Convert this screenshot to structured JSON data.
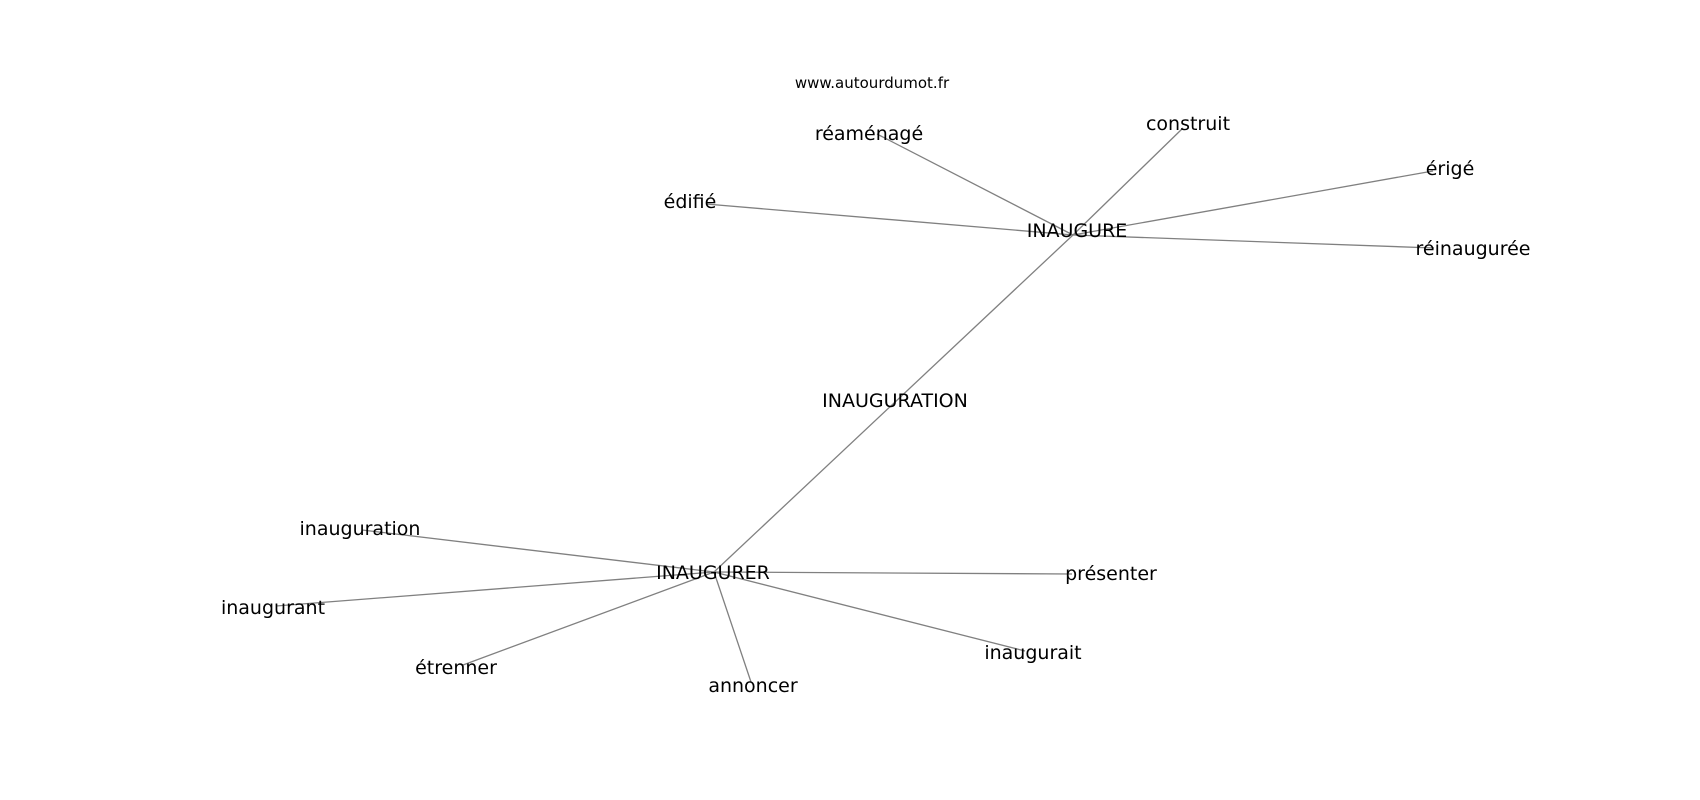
{
  "watermark": "www.autourdumot.fr",
  "graph": {
    "nodes": [
      {
        "id": "inauguration_center",
        "label": "INAUGURATION"
      },
      {
        "id": "inaugure",
        "label": "INAUGURE"
      },
      {
        "id": "inaugurer",
        "label": "INAUGURER"
      },
      {
        "id": "reamenage",
        "label": "réaménagé"
      },
      {
        "id": "construit",
        "label": "construit"
      },
      {
        "id": "erige",
        "label": "érigé"
      },
      {
        "id": "edifie",
        "label": "édifié"
      },
      {
        "id": "reinauguree",
        "label": "réinaugurée"
      },
      {
        "id": "inauguration",
        "label": "inauguration"
      },
      {
        "id": "inaugurant",
        "label": "inaugurant"
      },
      {
        "id": "etrenner",
        "label": "étrenner"
      },
      {
        "id": "annoncer",
        "label": "annoncer"
      },
      {
        "id": "inaugurait",
        "label": "inaugurait"
      },
      {
        "id": "presenter",
        "label": "présenter"
      }
    ],
    "edges": [
      [
        "inaugure",
        "inaugurer"
      ],
      [
        "inaugure",
        "reamenage"
      ],
      [
        "inaugure",
        "construit"
      ],
      [
        "inaugure",
        "erige"
      ],
      [
        "inaugure",
        "edifie"
      ],
      [
        "inaugure",
        "reinauguree"
      ],
      [
        "inaugurer",
        "inauguration"
      ],
      [
        "inaugurer",
        "inaugurant"
      ],
      [
        "inaugurer",
        "etrenner"
      ],
      [
        "inaugurer",
        "annoncer"
      ],
      [
        "inaugurer",
        "inaugurait"
      ],
      [
        "inaugurer",
        "presenter"
      ]
    ]
  }
}
